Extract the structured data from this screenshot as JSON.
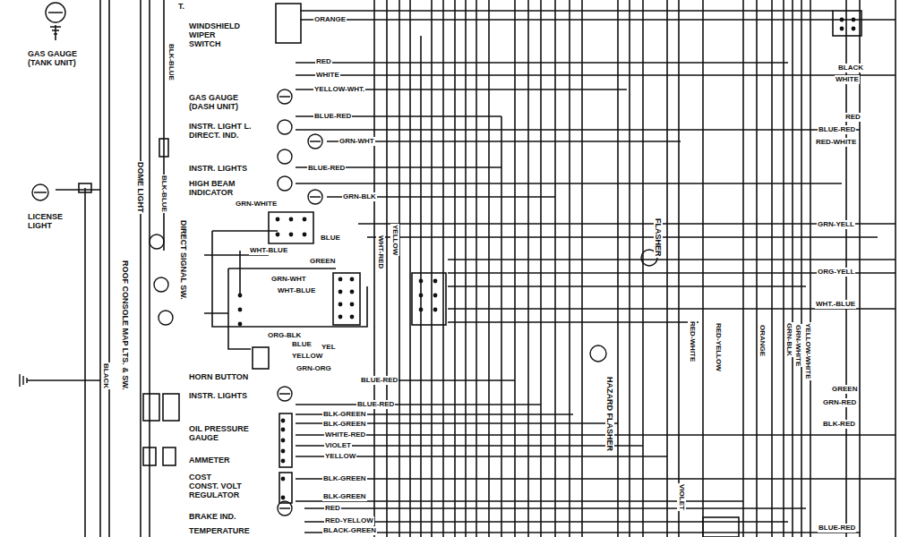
{
  "diagram": {
    "labels": [
      "GAS GAUGE (TANK UNIT)",
      "T.",
      "BLK-BLUE",
      "WINDSHIELD WIPER SWITCH",
      "ORANGE",
      "RED",
      "WHITE",
      "YELLOW-WHT.",
      "GAS GAUGE (DASH UNIT)",
      "BLUE-RED",
      "INSTR. LIGHT L. DIRECT. IND.",
      "GRN-WHT",
      "INSTR. LIGHTS",
      "BLUE-RED",
      "HIGH BEAM INDICATOR",
      "GRN-BLK",
      "DOME LIGHT",
      "BLK-BLUE",
      "LICENSE LIGHT",
      "GRN-WHITE",
      "BLUE",
      "WHT-BLUE",
      "GREEN",
      "WHT-RED",
      "YELLOW",
      "DIRECT SIGNAL SW.",
      "GRN-WHT",
      "WHT-BLUE",
      "ORG-BLK",
      "BLUE",
      "YEL",
      "YELLOW",
      "GRN-ORG",
      "ROOF CONSOLE MAP LTS. & SW.",
      "BLACK",
      "HORN BUTTON",
      "BLUE-RED",
      "INSTR. LIGHTS",
      "BLUE-RED",
      "BLK-GREEN",
      "BLK-GREEN",
      "WHITE-RED",
      "VIOLET",
      "YELLOW",
      "OIL PRESSURE GAUGE",
      "AMMETER",
      "COST CONST. VOLT REGULATOR",
      "BLK-GREEN",
      "BLK-GREEN",
      "BRAKE IND.",
      "RED",
      "RED-YELLOW",
      "BLACK-GREEN",
      "TEMPERATURE",
      "FLASHER",
      "HAZARD FLASHER",
      "BLACK",
      "WHITE",
      "RED",
      "BLUE-RED",
      "RED-WHITE",
      "GRN-YELL",
      "ORG-YELL",
      "WHT.-BLUE",
      "GREEN",
      "GRN-RED",
      "BLK-RED",
      "BLUE-RED",
      "RED-WHITE",
      "RED-YELLOW",
      "ORANGE",
      "GRN-BLK",
      "GRN-WHITE",
      "YELLOW-WHITE",
      "VIOLET"
    ]
  }
}
